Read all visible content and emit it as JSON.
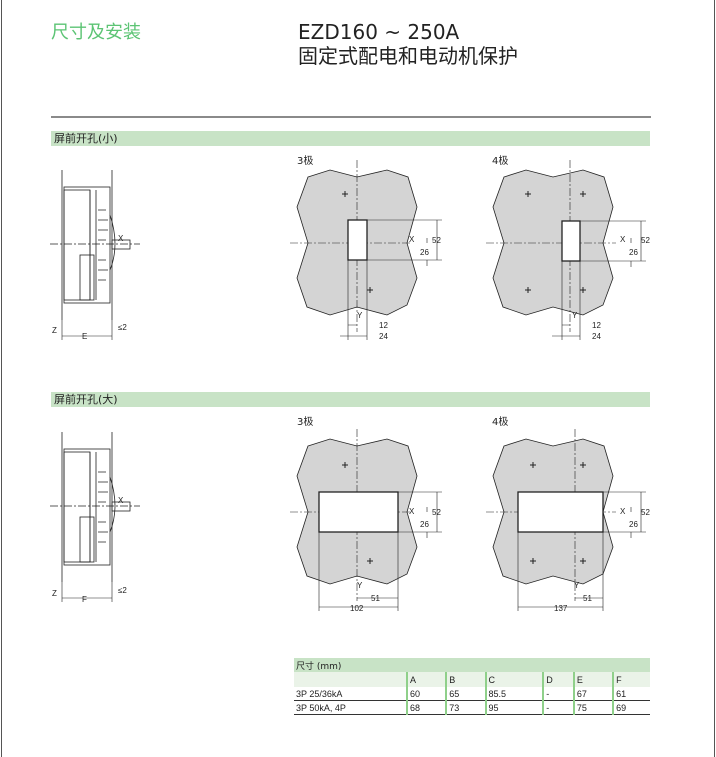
{
  "header": {
    "section_title": "尺寸及安装",
    "title_line1": "EZD160 ~ 250A",
    "title_line2": "固定式配电和电动机保护"
  },
  "sections": [
    {
      "title": "屏前开孔(小)",
      "poles": [
        "3极",
        "4极"
      ],
      "side": {
        "depth_label": "E",
        "z_label": "Z",
        "x_label": "X",
        "gap_label": "≤2"
      },
      "dims": {
        "x_label": "X",
        "y_label": "Y",
        "height": "52",
        "half_height": "26",
        "half_width": "12",
        "width": "24"
      }
    },
    {
      "title": "屏前开孔(大)",
      "poles": [
        "3极",
        "4极"
      ],
      "side": {
        "depth_label": "F",
        "z_label": "Z",
        "x_label": "X",
        "gap_label": "≤2"
      },
      "dims": {
        "x_label": "X",
        "y_label": "Y",
        "height": "52",
        "half_height": "26",
        "half_width": "51",
        "width_3p": "102",
        "width_4p": "137"
      }
    }
  ],
  "table": {
    "title": "尺寸 (mm)",
    "columns": [
      "A",
      "B",
      "C",
      "D",
      "E",
      "F"
    ],
    "rows": [
      {
        "label": "3P 25/36kA",
        "values": [
          "60",
          "65",
          "85.5",
          "-",
          "67",
          "61"
        ]
      },
      {
        "label": "3P 50kA, 4P",
        "values": [
          "68",
          "73",
          "95",
          "-",
          "75",
          "69"
        ]
      }
    ]
  },
  "colors": {
    "accent_green": "#5cc474",
    "bar_green": "#c8e3c6",
    "panel_gray": "#d4d4d4"
  }
}
